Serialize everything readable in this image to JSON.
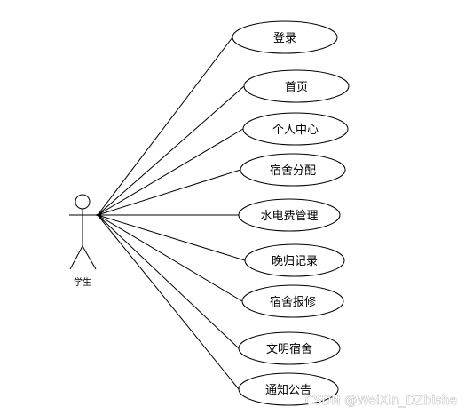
{
  "actor": {
    "label": "学生"
  },
  "use_cases": [
    {
      "label": "登录"
    },
    {
      "label": "首页"
    },
    {
      "label": "个人中心"
    },
    {
      "label": "宿舍分配"
    },
    {
      "label": "水电费管理"
    },
    {
      "label": "晚归记录"
    },
    {
      "label": "宿舍报修"
    },
    {
      "label": "文明宿舍"
    },
    {
      "label": "通知公告"
    }
  ],
  "watermark": "CSDN @WeiXin_DZbishe",
  "colors": {
    "stroke": "#000000",
    "background": "#ffffff",
    "watermark_outline": "#8a8a8a"
  }
}
